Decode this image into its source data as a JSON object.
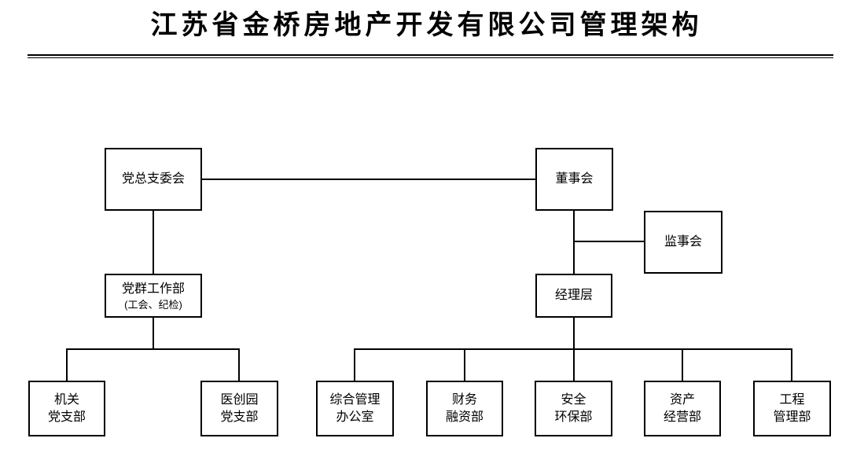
{
  "title": "江苏省金桥房地产开发有限公司管理架构",
  "colors": {
    "line": "#000000",
    "text": "#000000",
    "background": "#ffffff"
  },
  "nodes": {
    "party_committee": {
      "label": "党总支委会"
    },
    "board_of_directors": {
      "label": "董事会"
    },
    "board_of_supervisors": {
      "label": "监事会"
    },
    "management_team": {
      "label": "经理层"
    },
    "party_mass_work_dept": {
      "label": "党群工作部",
      "sublabel": "(工会、纪检)"
    },
    "organ_party_branch": {
      "line1": "机关",
      "line2": "党支部"
    },
    "yichuangyuan_party_branch": {
      "line1": "医创园",
      "line2": "党支部"
    },
    "general_management_office": {
      "line1": "综合管理",
      "line2": "办公室"
    },
    "finance_financing_dept": {
      "line1": "财务",
      "line2": "融资部"
    },
    "safety_environment_dept": {
      "line1": "安全",
      "line2": "环保部"
    },
    "asset_operation_dept": {
      "line1": "资产",
      "line2": "经营部"
    },
    "engineering_management_dept": {
      "line1": "工程",
      "line2": "管理部"
    }
  },
  "edges": [
    {
      "from": "party_committee",
      "to": "board_of_directors"
    },
    {
      "from": "party_committee",
      "to": "party_mass_work_dept"
    },
    {
      "from": "party_mass_work_dept",
      "to": "organ_party_branch"
    },
    {
      "from": "party_mass_work_dept",
      "to": "yichuangyuan_party_branch"
    },
    {
      "from": "board_of_directors",
      "to": "board_of_supervisors"
    },
    {
      "from": "board_of_directors",
      "to": "management_team"
    },
    {
      "from": "management_team",
      "to": "general_management_office"
    },
    {
      "from": "management_team",
      "to": "finance_financing_dept"
    },
    {
      "from": "management_team",
      "to": "safety_environment_dept"
    },
    {
      "from": "management_team",
      "to": "asset_operation_dept"
    },
    {
      "from": "management_team",
      "to": "engineering_management_dept"
    }
  ]
}
